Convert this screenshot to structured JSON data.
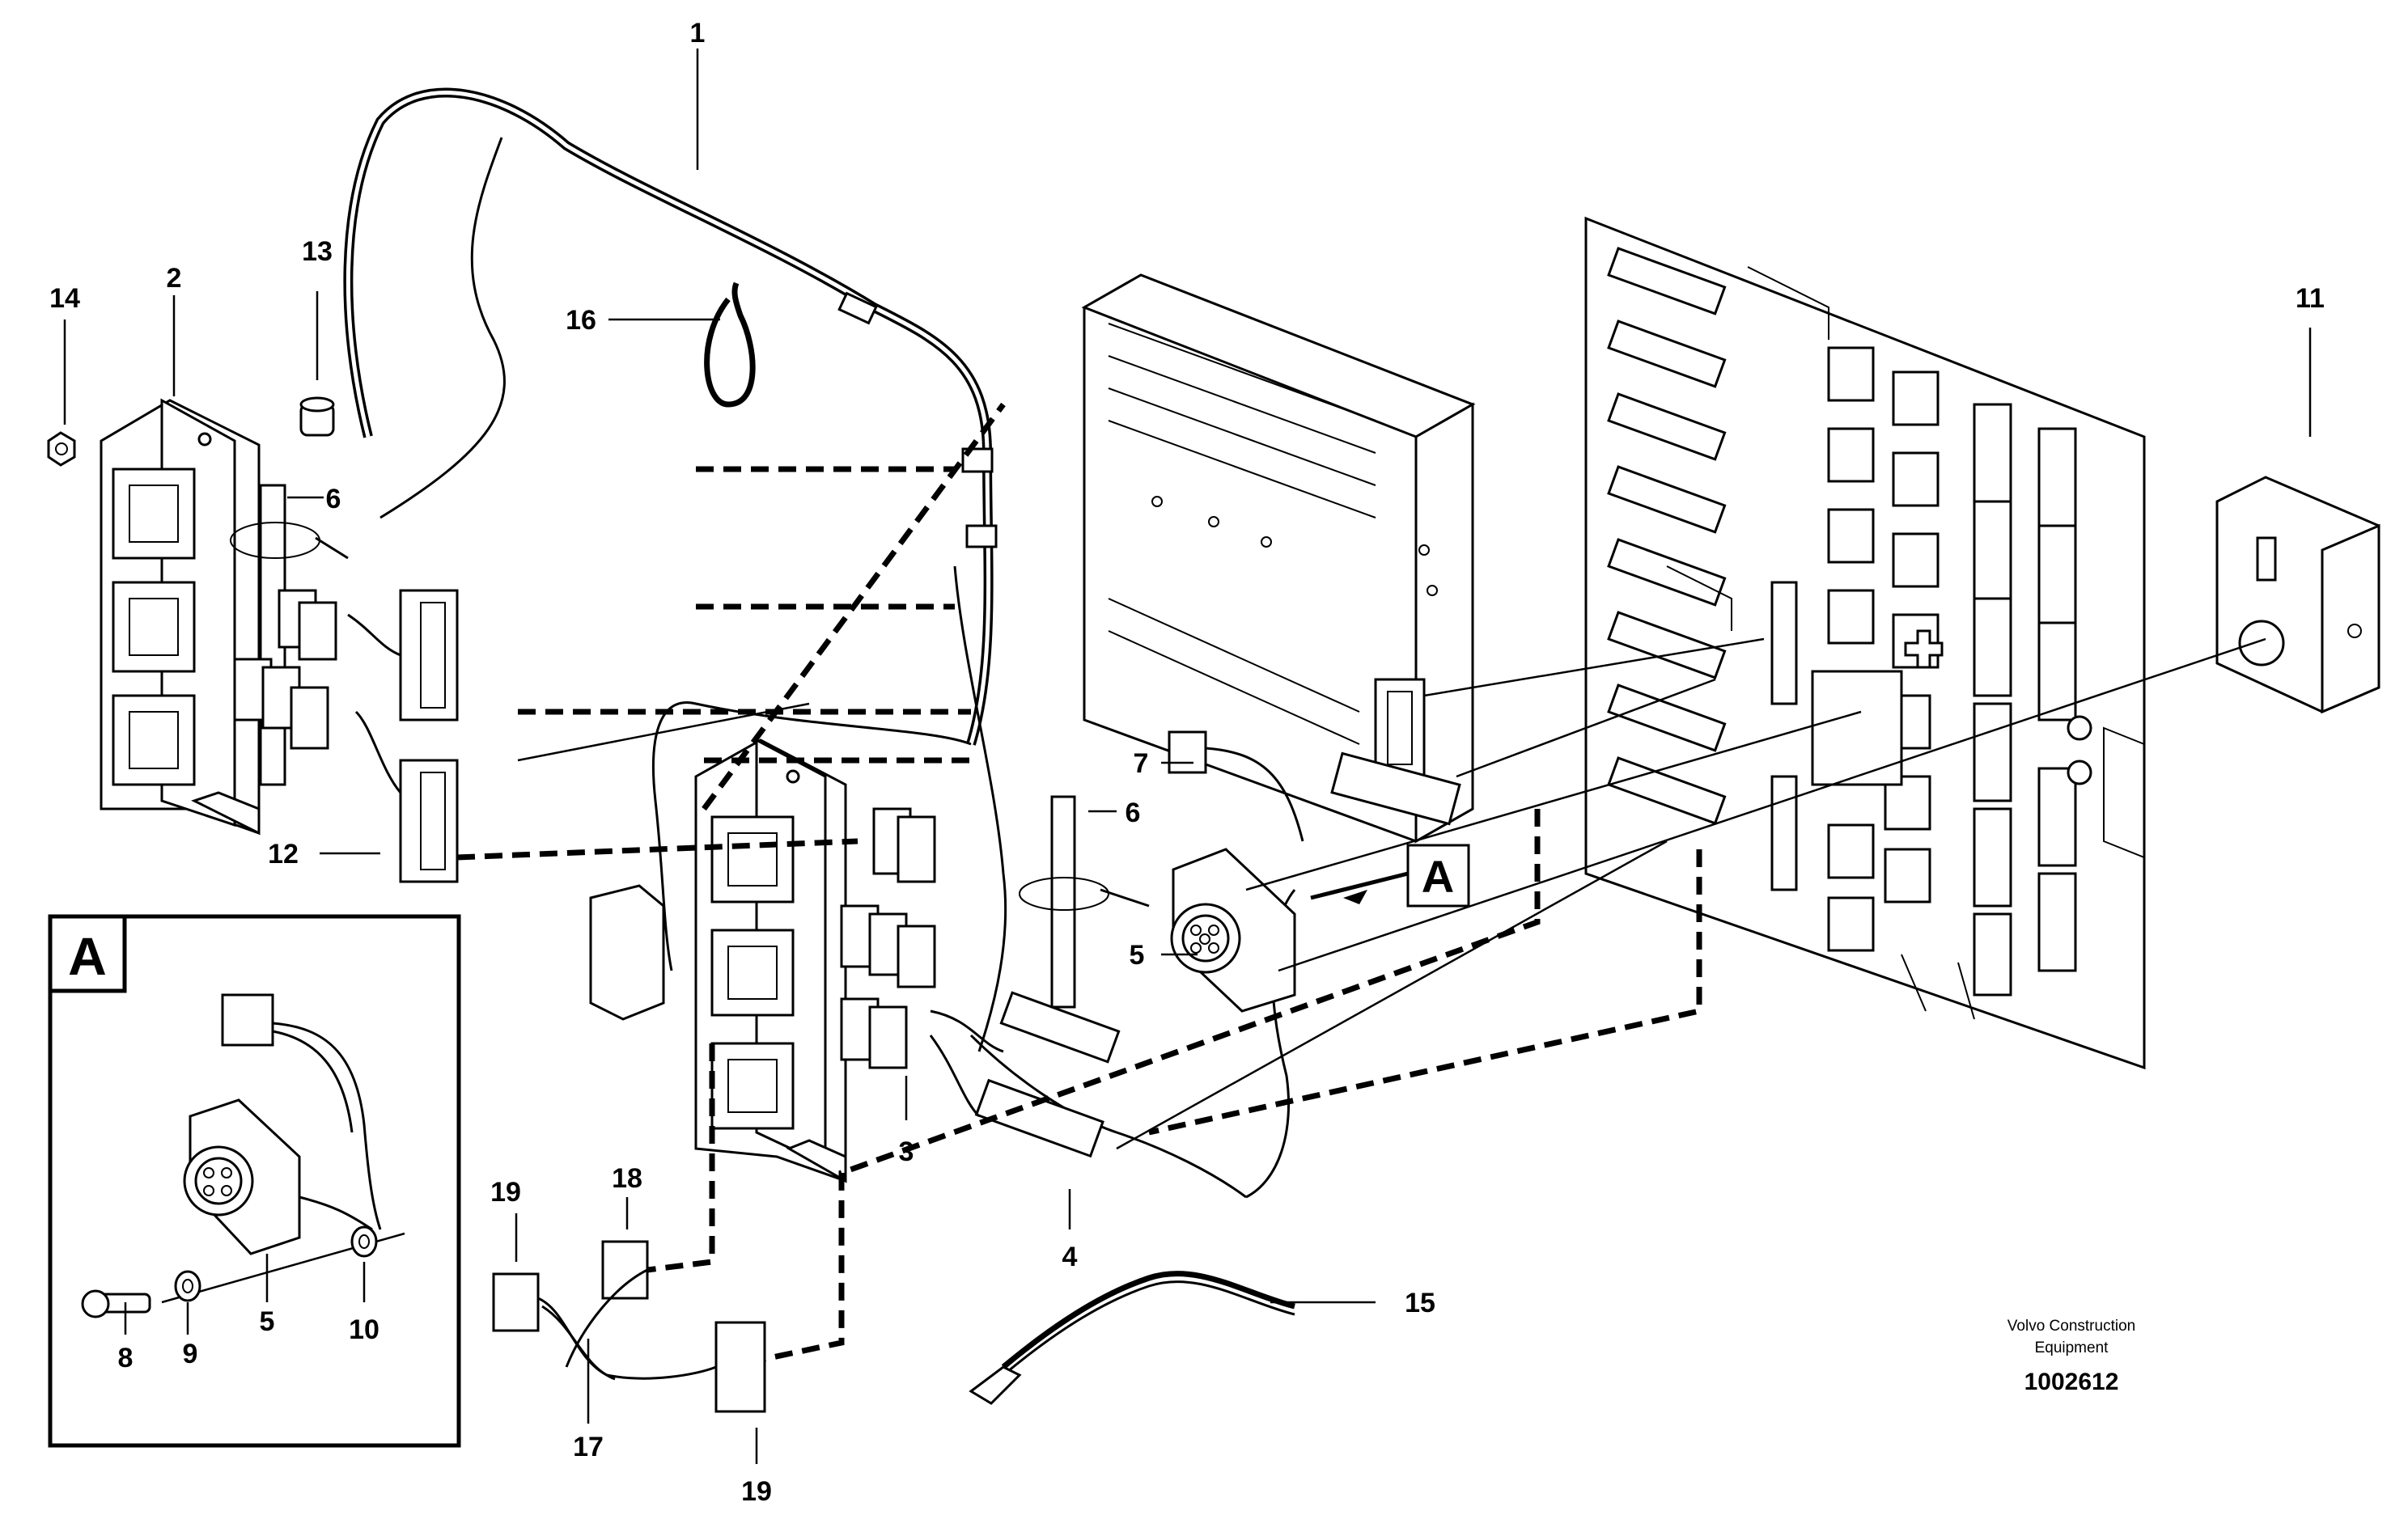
{
  "callouts": {
    "c1": "1",
    "c2": "2",
    "c3": "3",
    "c4": "4",
    "c5a": "5",
    "c5b": "5",
    "c6a": "6",
    "c6b": "6",
    "c7": "7",
    "c8": "8",
    "c9": "9",
    "c10": "10",
    "c11": "11",
    "c12": "12",
    "c13": "13",
    "c14": "14",
    "c15": "15",
    "c16": "16",
    "c17": "17",
    "c18": "18",
    "c19a": "19",
    "c19b": "19"
  },
  "detail_label": "A",
  "detail_ref_label": "A",
  "footer": {
    "brand_line1": "Volvo Construction",
    "brand_line2": "Equipment",
    "drawing_number": "1002612"
  }
}
